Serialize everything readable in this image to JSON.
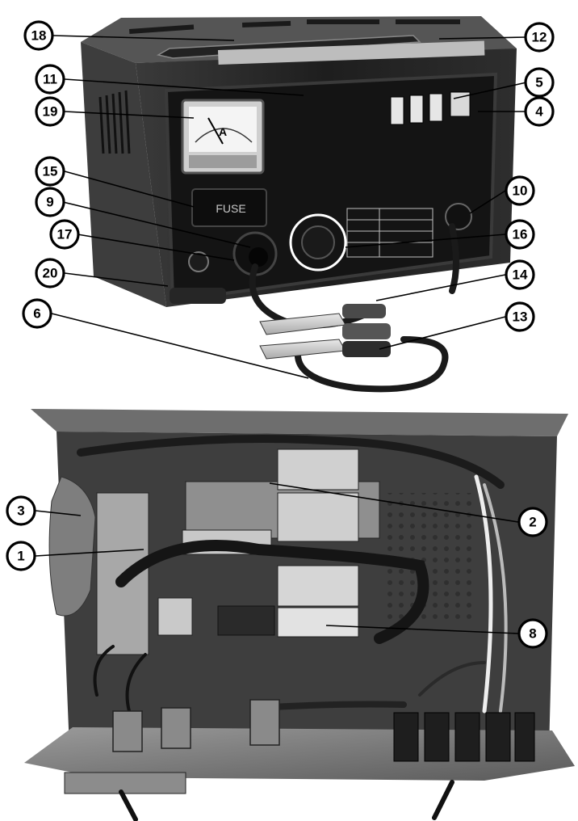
{
  "diagram": {
    "callouts": [
      {
        "id": "18",
        "label": "18"
      },
      {
        "id": "12",
        "label": "12"
      },
      {
        "id": "11",
        "label": "11"
      },
      {
        "id": "5",
        "label": "5"
      },
      {
        "id": "19",
        "label": "19"
      },
      {
        "id": "4",
        "label": "4"
      },
      {
        "id": "15",
        "label": "15"
      },
      {
        "id": "10",
        "label": "10"
      },
      {
        "id": "9",
        "label": "9"
      },
      {
        "id": "17",
        "label": "17"
      },
      {
        "id": "16",
        "label": "16"
      },
      {
        "id": "20",
        "label": "20"
      },
      {
        "id": "14",
        "label": "14"
      },
      {
        "id": "6",
        "label": "6"
      },
      {
        "id": "13",
        "label": "13"
      },
      {
        "id": "3",
        "label": "3"
      },
      {
        "id": "2",
        "label": "2"
      },
      {
        "id": "1",
        "label": "1"
      },
      {
        "id": "8",
        "label": "8"
      }
    ],
    "device_text": {
      "fuse_label": "FUSE",
      "meter_unit": "A"
    }
  }
}
